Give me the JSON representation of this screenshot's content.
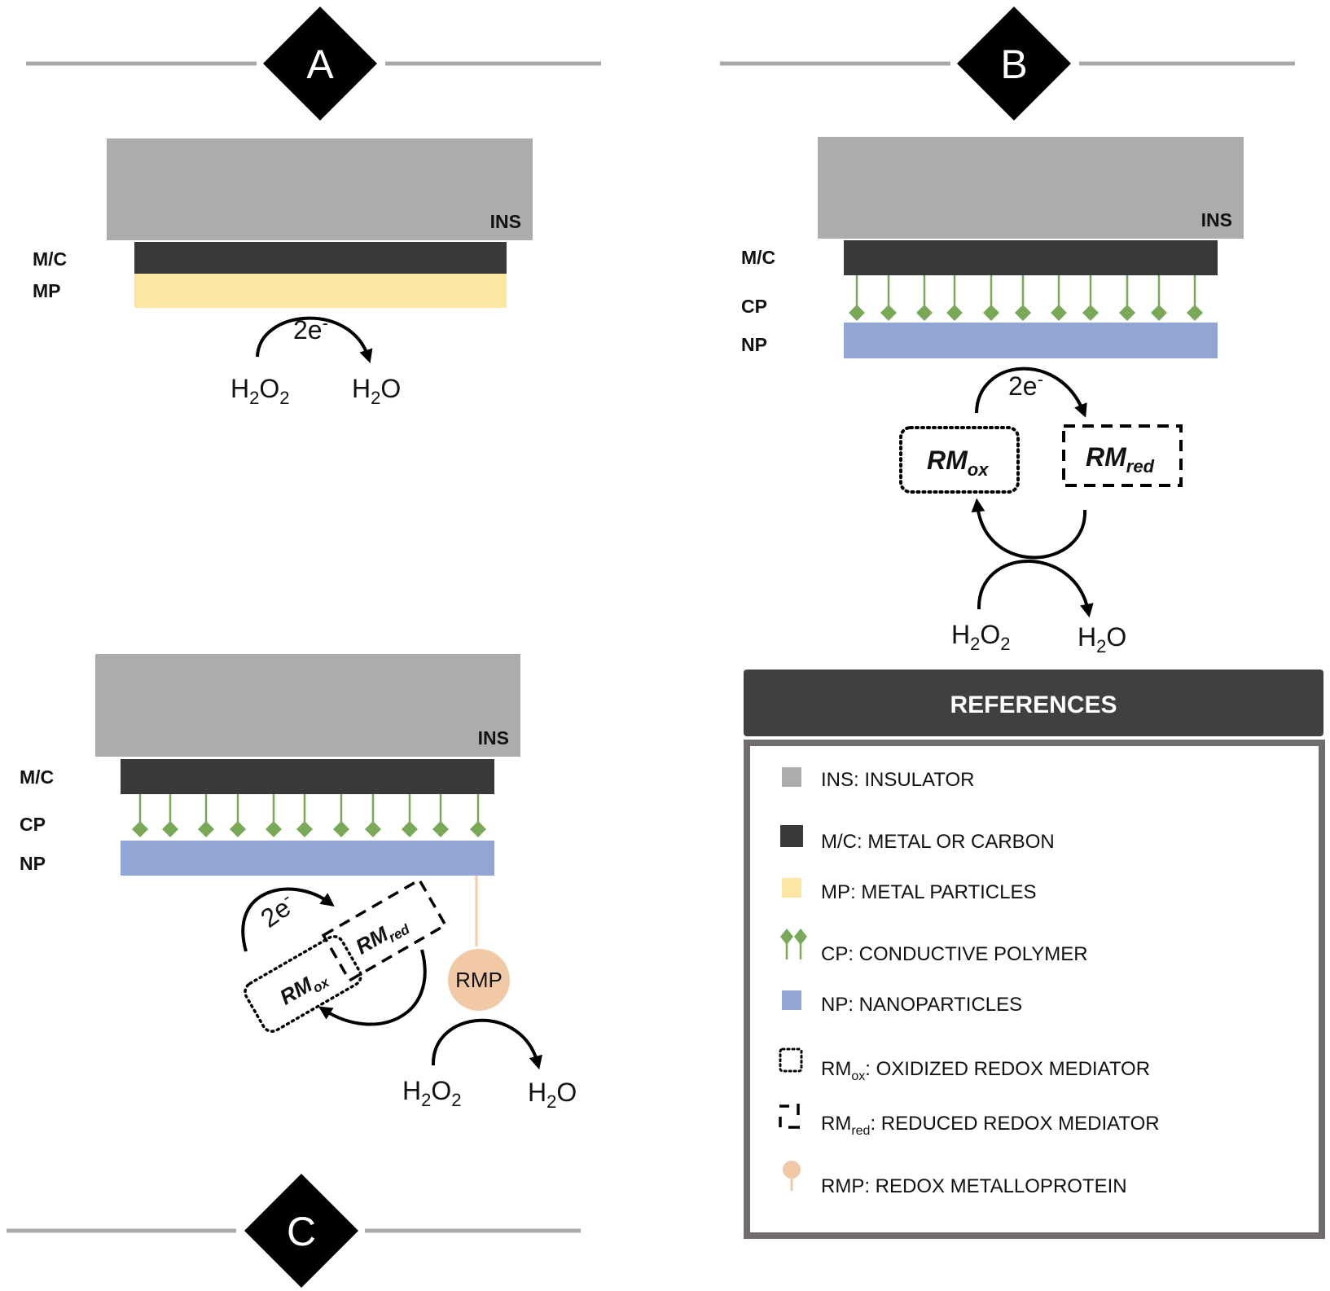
{
  "colors": {
    "insulator": "#adacaa",
    "metal_carbon": "#3a3839",
    "metal_particles": "#fbe6a2",
    "conductive_polymer": "#79a956",
    "nanoparticles": "#92a6d5",
    "metalloprotein": "#f2c9a7",
    "divider": "#aaa8a6",
    "badge": "#000000",
    "references_header": "#404040",
    "references_border": "#6f6c6b"
  },
  "panels": {
    "a": {
      "letter": "A",
      "ins_label": "INS",
      "mc_label": "M/C",
      "mp_label": "MP",
      "electrons": "2e",
      "electrons_charge": "-",
      "reactant": {
        "main1": "H",
        "sub1": "2",
        "main2": "O",
        "sub2": "2"
      },
      "product": {
        "main1": "H",
        "sub1": "2",
        "main2": "O"
      }
    },
    "b": {
      "letter": "B",
      "ins_label": "INS",
      "mc_label": "M/C",
      "cp_label": "CP",
      "np_label": "NP",
      "electrons": "2e",
      "electrons_charge": "-",
      "rm_ox": {
        "main": "RM",
        "sub": "ox"
      },
      "rm_red": {
        "main": "RM",
        "sub": "red"
      },
      "reactant": {
        "main1": "H",
        "sub1": "2",
        "main2": "O",
        "sub2": "2"
      },
      "product": {
        "main1": "H",
        "sub1": "2",
        "main2": "O"
      }
    },
    "c": {
      "letter": "C",
      "ins_label": "INS",
      "mc_label": "M/C",
      "cp_label": "CP",
      "np_label": "NP",
      "electrons": "2e",
      "electrons_charge": "-",
      "rm_ox": {
        "main": "RM",
        "sub": "ox"
      },
      "rm_red": {
        "main": "RM",
        "sub": "red"
      },
      "rmp_label": "RMP",
      "reactant": {
        "main1": "H",
        "sub1": "2",
        "main2": "O",
        "sub2": "2"
      },
      "product": {
        "main1": "H",
        "sub1": "2",
        "main2": "O"
      }
    }
  },
  "references": {
    "title": "REFERENCES",
    "items": [
      {
        "icon": "insulator-swatch-icon",
        "text": "INS: INSULATOR"
      },
      {
        "icon": "metal-carbon-swatch-icon",
        "text": "M/C: METAL OR CARBON"
      },
      {
        "icon": "metal-particles-swatch-icon",
        "text": "MP: METAL PARTICLES"
      },
      {
        "icon": "conductive-polymer-icon",
        "text": "CP: CONDUCTIVE POLYMER"
      },
      {
        "icon": "nanoparticles-swatch-icon",
        "text": "NP: NANOPARTICLES"
      },
      {
        "icon": "dotted-box-icon",
        "prefix": "RM",
        "sub": "ox",
        "text": ": OXIDIZED REDOX MEDIATOR"
      },
      {
        "icon": "dashed-box-icon",
        "prefix": "RM",
        "sub": "red",
        "text": ": REDUCED REDOX MEDIATOR"
      },
      {
        "icon": "metalloprotein-icon",
        "text": "RMP: REDOX METALLOPROTEIN"
      }
    ]
  }
}
